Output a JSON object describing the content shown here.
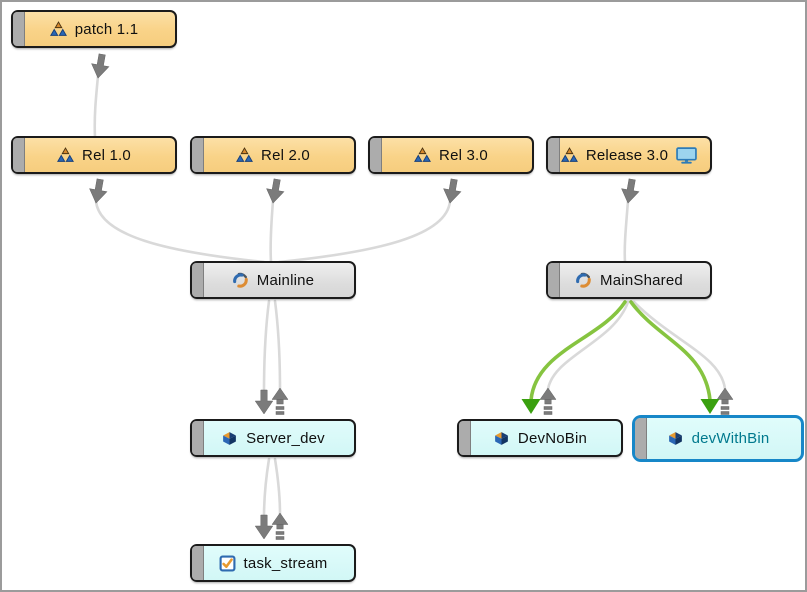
{
  "diagram": {
    "type": "stream-graph",
    "selected_node": "devWithBin",
    "nodes": {
      "patch11": {
        "label": "patch 1.1",
        "kind": "release",
        "icon": "release-triangles-icon"
      },
      "rel10": {
        "label": "Rel 1.0",
        "kind": "release",
        "icon": "release-triangles-icon"
      },
      "rel20": {
        "label": "Rel 2.0",
        "kind": "release",
        "icon": "release-triangles-icon"
      },
      "rel30": {
        "label": "Rel 3.0",
        "kind": "release",
        "icon": "release-triangles-icon"
      },
      "release30": {
        "label": "Release 3.0",
        "kind": "release",
        "icon": "release-triangles-icon",
        "extra_icon": "monitor-icon"
      },
      "mainline": {
        "label": "Mainline",
        "kind": "mainline",
        "icon": "swirl-globe-icon"
      },
      "mainshared": {
        "label": "MainShared",
        "kind": "mainline",
        "icon": "swirl-globe-icon"
      },
      "serverdev": {
        "label": "Server_dev",
        "kind": "development",
        "icon": "cube-icon"
      },
      "devnobin": {
        "label": "DevNoBin",
        "kind": "development",
        "icon": "cube-icon"
      },
      "devwithbin": {
        "label": "devWithBin",
        "kind": "development",
        "icon": "cube-icon",
        "selected": true
      },
      "taskstream": {
        "label": "task_stream",
        "kind": "task",
        "icon": "checkbox-icon"
      }
    },
    "edges": [
      {
        "from": "patch 1.1",
        "to": "Rel 1.0",
        "arrows": [
          "merge-down"
        ]
      },
      {
        "from": "Rel 1.0",
        "to": "Mainline",
        "arrows": [
          "merge-down"
        ]
      },
      {
        "from": "Rel 2.0",
        "to": "Mainline",
        "arrows": [
          "merge-down"
        ]
      },
      {
        "from": "Rel 3.0",
        "to": "Mainline",
        "arrows": [
          "merge-down"
        ]
      },
      {
        "from": "Release 3.0",
        "to": "MainShared",
        "arrows": [
          "merge-down"
        ]
      },
      {
        "from": "Mainline",
        "to": "Server_dev",
        "arrows": [
          "merge-down",
          "copy-up-dashed"
        ]
      },
      {
        "from": "Server_dev",
        "to": "task_stream",
        "arrows": [
          "merge-down",
          "copy-up-dashed"
        ]
      },
      {
        "from": "MainShared",
        "to": "DevNoBin",
        "arrows": [
          "green-merge-down",
          "copy-up-dashed"
        ]
      },
      {
        "from": "MainShared",
        "to": "devWithBin",
        "arrows": [
          "green-merge-down",
          "copy-up-dashed"
        ]
      }
    ],
    "colors": {
      "release_fill": "#f9d388",
      "mainline_fill": "#dedede",
      "development_fill": "#d6f9f8",
      "selected_border": "#1787c8",
      "selected_text": "#00798e",
      "edge_gray": "#d9d9d9",
      "edge_green": "#86c440",
      "arrow_gray": "#7b7b7b",
      "arrow_green_head": "#3aa00f",
      "node_border": "#1b1b1b",
      "canvas_border": "#9b9b9b"
    }
  }
}
